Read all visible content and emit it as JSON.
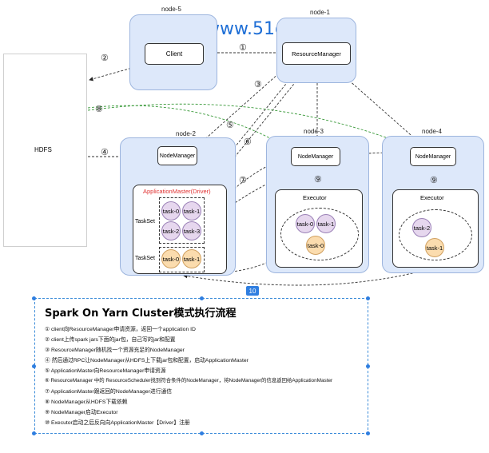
{
  "watermark": {
    "text": "多易教育 www.51doit.cn",
    "color": "#1f6fd6"
  },
  "hdfs": {
    "label": "HDFS"
  },
  "nodes": {
    "node5": {
      "name": "node-5",
      "client": "Client"
    },
    "node1": {
      "name": "node-1",
      "rm": "ResourceManager"
    },
    "node2": {
      "name": "node-2",
      "nm": "NodeManager",
      "am": "ApplicationMaster(Driver)",
      "taskset1": "TaskSet",
      "taskset2": "TaskSet",
      "tasks1": [
        "task-0",
        "task-1",
        "task-2",
        "task-3"
      ],
      "tasks2": [
        "task-0",
        "task-1"
      ]
    },
    "node3": {
      "name": "node-3",
      "nm": "NodeManager",
      "executor": "Executor",
      "tasks": [
        "task-0",
        "task-1",
        "task-0"
      ]
    },
    "node4": {
      "name": "node-4",
      "nm": "NodeManager",
      "executor": "Executor",
      "tasks": [
        "task-2",
        "task-1"
      ]
    }
  },
  "steps": [
    "①",
    "②",
    "③",
    "④",
    "⑤",
    "⑥",
    "⑦",
    "⑧",
    "⑨",
    "⑨"
  ],
  "step_badge": "10",
  "doc": {
    "title": "Spark On Yarn Cluster模式执行流程",
    "lines": [
      "① client向ResourceManager申请资源，返回一个application ID",
      "② client上传spark jars下面的jar包，自己写的jar和配置",
      "③ ResourceManager随机找一个资源充足的NodeManager",
      "④ 然后通过RPC让NodeManager从HDFS上下载jar包和配置，启动ApplicationMaster",
      "⑤ ApplicationMaster向ResourceManager申请资源",
      "⑥ ResourceManager 中的 ResourceScheduler找到符合条件的NodeManager，将NodeManager的信息返回给ApplicationMaster",
      "⑦ ApplicationMaster跟返回的NodeManager进行通信",
      "⑧ NodeManager从HDFS下载依赖",
      "⑨ NodeManager启动Executor",
      "⑩ Executor启动之后反向向ApplicationMaster【Driver】注册"
    ]
  },
  "colors": {
    "node_bg": "#dde8fa",
    "task_purple": "#e6d7ee",
    "task_orange": "#fbdcae",
    "am_red": "#e03030"
  }
}
